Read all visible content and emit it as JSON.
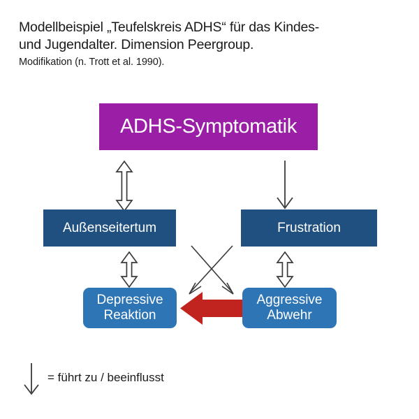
{
  "title": {
    "line1": "Modellbeispiel „Teufelskreis ADHS“ für das Kindes-",
    "line2": "und Jugendalter. Dimension Peergroup.",
    "source": "Modifikation (n. Trott et al. 1990)."
  },
  "colors": {
    "purple": "#9B1EA6",
    "dark_blue": "#20507F",
    "mid_blue": "#2E75B6",
    "red": "#C1241E",
    "arrow_outline": "#3a3a3a",
    "background": "#FFFFFF",
    "text_dark": "#1A1A1A",
    "text_light": "#FFFFFF"
  },
  "nodes": {
    "adhs": {
      "label": "ADHS-Symptomatik"
    },
    "aussenseitertum": {
      "label": "Außenseitertum"
    },
    "frustration": {
      "label": "Frustration"
    },
    "depressive": {
      "label": "Depressive\nReaktion",
      "line1": "Depressive",
      "line2": "Reaktion"
    },
    "aggressive": {
      "label": "Aggressive\nAbwehr",
      "line1": "Aggressive",
      "line2": "Abwehr"
    }
  },
  "legend": {
    "text": "= führt zu / beeinflusst",
    "icon": "down-arrow-icon"
  },
  "chart_data": {
    "type": "diagram",
    "title": "Modellbeispiel „Teufelskreis ADHS“ für das Kindes- und Jugendalter. Dimension Peergroup.",
    "nodes": [
      {
        "id": "adhs",
        "label": "ADHS-Symptomatik",
        "color": "#9B1EA6",
        "shape": "rect"
      },
      {
        "id": "aussenseitertum",
        "label": "Außenseitertum",
        "color": "#20507F",
        "shape": "rect"
      },
      {
        "id": "frustration",
        "label": "Frustration",
        "color": "#20507F",
        "shape": "rect"
      },
      {
        "id": "depressive",
        "label": "Depressive Reaktion",
        "color": "#2E75B6",
        "shape": "rounded-rect"
      },
      {
        "id": "aggressive",
        "label": "Aggressive Abwehr",
        "color": "#2E75B6",
        "shape": "rounded-rect"
      }
    ],
    "edges": [
      {
        "from": "adhs",
        "to": "aussenseitertum",
        "style": "double-arrow-outline"
      },
      {
        "from": "adhs",
        "to": "frustration",
        "style": "single-arrow-outline"
      },
      {
        "from": "aussenseitertum",
        "to": "depressive",
        "style": "double-arrow-outline"
      },
      {
        "from": "frustration",
        "to": "aggressive",
        "style": "double-arrow-outline"
      },
      {
        "from": "aussenseitertum",
        "to": "aggressive",
        "style": "thin-diagonal-arrow"
      },
      {
        "from": "frustration",
        "to": "depressive",
        "style": "thin-diagonal-arrow"
      },
      {
        "from": "aggressive",
        "to": "depressive",
        "style": "thick-red-arrow",
        "color": "#C1241E"
      }
    ]
  }
}
